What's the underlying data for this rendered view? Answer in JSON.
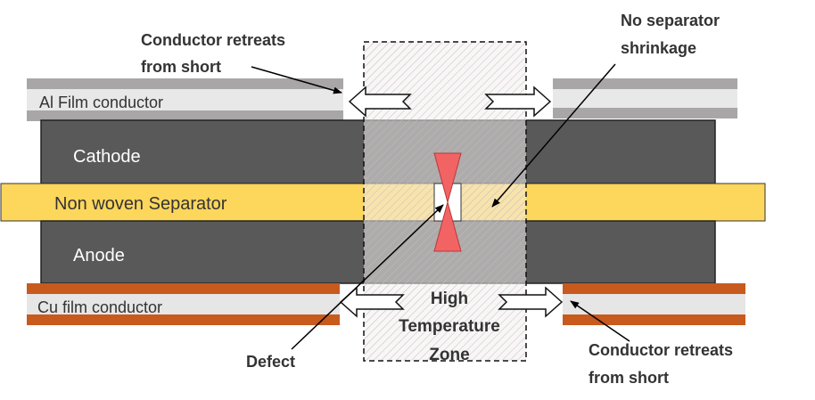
{
  "labels": {
    "al_film": "Al Film conductor",
    "cathode": "Cathode",
    "separator": "Non woven Separator",
    "anode": "Anode",
    "cu_film": "Cu film conductor"
  },
  "annotations": {
    "retreat_top_line1": "Conductor retreats",
    "retreat_top_line2": "from short",
    "no_shrink_line1": "No separator",
    "no_shrink_line2": "shrinkage",
    "defect": "Defect",
    "zone_line1": "High",
    "zone_line2": "Temperature",
    "zone_line3": "Zone",
    "retreat_bottom_line1": "Conductor retreats",
    "retreat_bottom_line2": "from short"
  },
  "colors": {
    "al_film_gray": "#a9a6a8",
    "al_film_light": "#e9e8e9",
    "electrode": "#595959",
    "separator": "#fdd65c",
    "cu_orange": "#c85a1e",
    "cu_light": "#e6e6e6",
    "defect_red": "#f26464"
  }
}
